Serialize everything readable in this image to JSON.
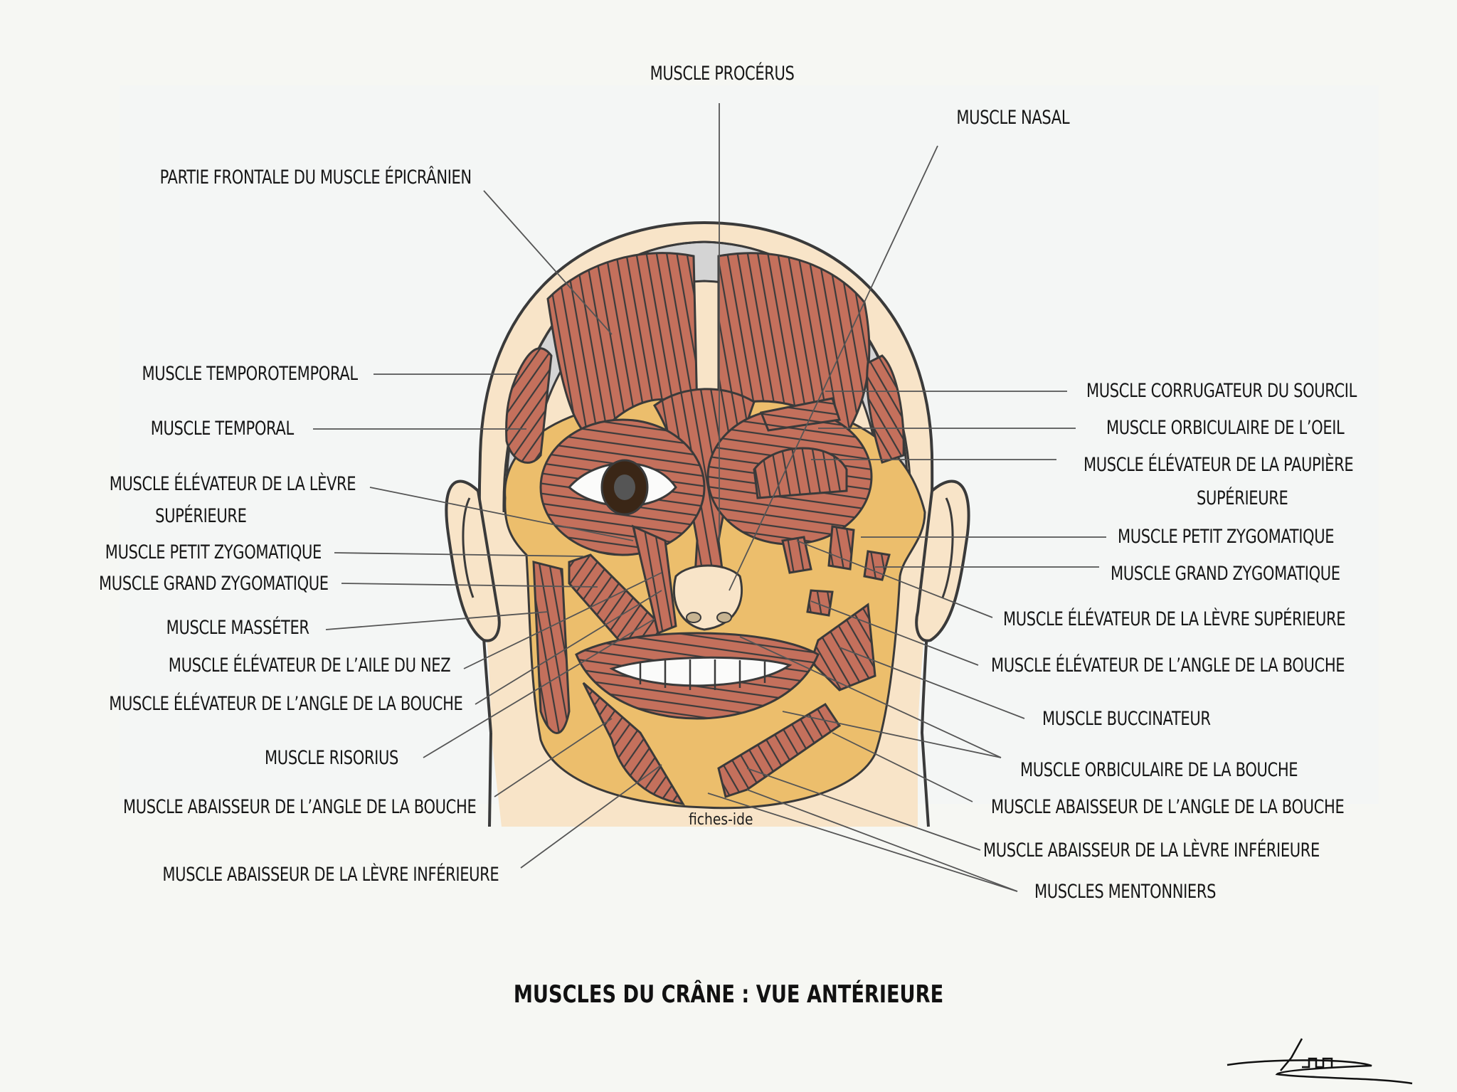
{
  "title": "MUSCLES DU CRÂNE : VUE ANTÉRIEURE",
  "watermark": "fiches-ide",
  "signature": "signature-scribble",
  "colors": {
    "background": "#f6f7f3",
    "skin": "#f8e4c8",
    "fat": "#ecbe6c",
    "muscle": "#c4705c",
    "aponeurosis": "#d4d4d4",
    "outline": "#3a3a3a",
    "leader_line": "#555555"
  },
  "labels": {
    "top": [
      {
        "id": "procerus",
        "text": "MUSCLE PROCÉRUS"
      },
      {
        "id": "nasal",
        "text": "MUSCLE NASAL"
      }
    ],
    "left": [
      {
        "id": "frontal",
        "text": "PARTIE FRONTALE DU MUSCLE ÉPICRÂNIEN"
      },
      {
        "id": "temporotemporal",
        "text": "MUSCLE TEMPOROTEMPORAL"
      },
      {
        "id": "temporal",
        "text": "MUSCLE TEMPORAL"
      },
      {
        "id": "elev-levre-sup-l1",
        "text": "MUSCLE ÉLÉVATEUR DE LA LÈVRE"
      },
      {
        "id": "elev-levre-sup-l2",
        "text": "SUPÉRIEURE"
      },
      {
        "id": "petit-zygo",
        "text": "MUSCLE PETIT ZYGOMATIQUE"
      },
      {
        "id": "grand-zygo",
        "text": "MUSCLE GRAND ZYGOMATIQUE"
      },
      {
        "id": "masseter",
        "text": "MUSCLE MASSÉTER"
      },
      {
        "id": "elev-aile-nez",
        "text": "MUSCLE ÉLÉVATEUR DE L’AILE DU NEZ"
      },
      {
        "id": "elev-angle-bouche",
        "text": "MUSCLE ÉLÉVATEUR DE L’ANGLE DE LA BOUCHE"
      },
      {
        "id": "risorius",
        "text": "MUSCLE RISORIUS"
      },
      {
        "id": "abaiss-angle-bouche",
        "text": "MUSCLE ABAISSEUR DE L’ANGLE DE LA BOUCHE"
      },
      {
        "id": "abaiss-levre-inf",
        "text": "MUSCLE ABAISSEUR DE LA LÈVRE INFÉRIEURE"
      }
    ],
    "right": [
      {
        "id": "corrugateur",
        "text": "MUSCLE CORRUGATEUR DU SOURCIL"
      },
      {
        "id": "orbic-oeil",
        "text": "MUSCLE ORBICULAIRE DE L’OEIL"
      },
      {
        "id": "elev-paupiere-l1",
        "text": "MUSCLE ÉLÉVATEUR DE LA PAUPIÈRE"
      },
      {
        "id": "elev-paupiere-l2",
        "text": "SUPÉRIEURE"
      },
      {
        "id": "petit-zygo",
        "text": "MUSCLE PETIT ZYGOMATIQUE"
      },
      {
        "id": "grand-zygo",
        "text": "MUSCLE GRAND ZYGOMATIQUE"
      },
      {
        "id": "elev-levre-sup",
        "text": "MUSCLE ÉLÉVATEUR DE LA LÈVRE SUPÉRIEURE"
      },
      {
        "id": "elev-angle-bouche",
        "text": "MUSCLE ÉLÉVATEUR DE L’ANGLE DE LA BOUCHE"
      },
      {
        "id": "buccinateur",
        "text": "MUSCLE BUCCINATEUR"
      },
      {
        "id": "orbic-bouche",
        "text": "MUSCLE ORBICULAIRE DE LA BOUCHE"
      },
      {
        "id": "abaiss-angle-bouche",
        "text": "MUSCLE ABAISSEUR DE L’ANGLE DE LA BOUCHE"
      },
      {
        "id": "abaiss-levre-inf",
        "text": "MUSCLE ABAISSEUR DE LA LÈVRE INFÉRIEURE"
      },
      {
        "id": "mentonniers",
        "text": "MUSCLES MENTONNIERS"
      }
    ]
  }
}
